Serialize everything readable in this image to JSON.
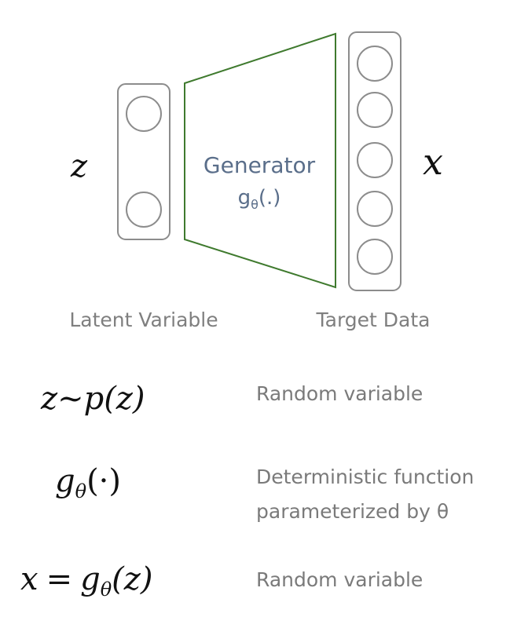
{
  "diagram": {
    "latent_symbol": "z",
    "target_symbol": "x",
    "generator_label": "Generator",
    "generator_func_base": "g",
    "generator_func_sub": "θ",
    "generator_func_args": "(.)",
    "latent_caption": "Latent Variable",
    "target_caption": "Target Data",
    "colors": {
      "box_border": "#8c8c8c",
      "trapezoid_border": "#3f7a2e",
      "generator_text": "#5a6e8a",
      "caption_text": "#7f7f7f"
    }
  },
  "equations": [
    {
      "lhs": "z",
      "op": "~",
      "rhs_func": "p",
      "rhs_args": "(z)",
      "desc_lines": [
        "Random variable"
      ]
    },
    {
      "func": "g",
      "sub": "θ",
      "args": "(·)",
      "desc_lines": [
        "Deterministic function",
        "parameterized by θ"
      ]
    },
    {
      "lhs": "x",
      "op": "=",
      "func": "g",
      "sub": "θ",
      "args": "(z)",
      "desc_lines": [
        "Random variable"
      ]
    }
  ]
}
